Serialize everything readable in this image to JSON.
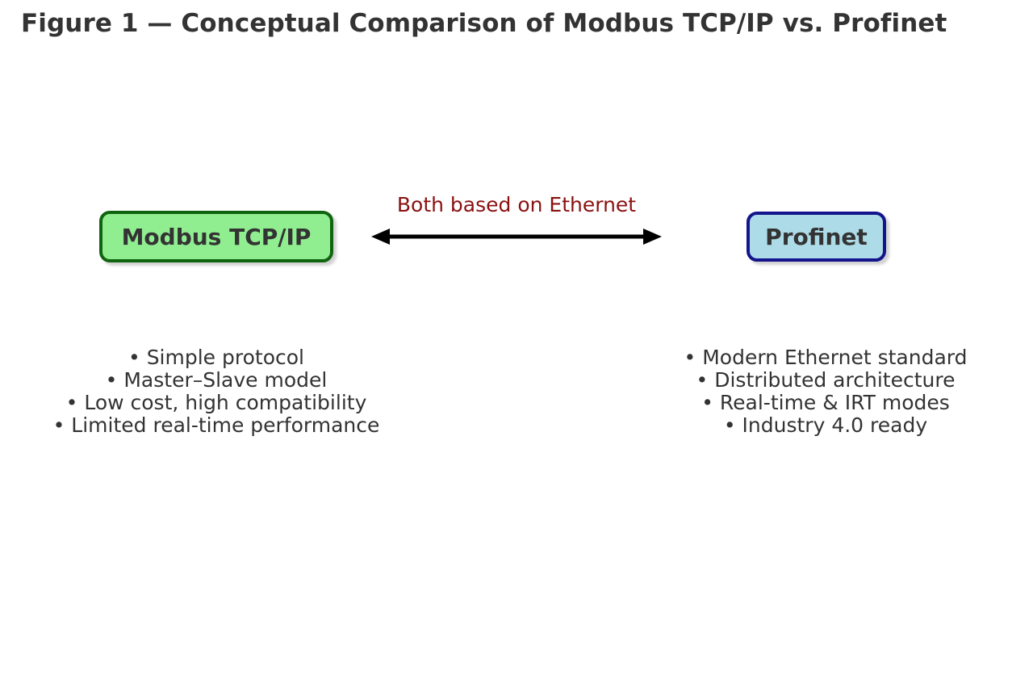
{
  "figure": {
    "title": "Figure 1 — Conceptual Comparison of Modbus TCP/IP vs. Profinet",
    "background_color": "#ffffff"
  },
  "left_node": {
    "label": "Modbus TCP/IP",
    "fill_color": "#90ee90",
    "border_color": "#106410",
    "text_color": "#333333"
  },
  "right_node": {
    "label": "Profinet",
    "fill_color": "#addbe8",
    "border_color": "#14148c",
    "text_color": "#333333"
  },
  "connector": {
    "label": "Both based on Ethernet",
    "label_color": "#8b1111",
    "line_color": "#000000",
    "arrowhead_icon": "double-headed-arrow-icon",
    "direction": "bidirectional"
  },
  "left_features": {
    "items": [
      "• Simple protocol",
      "• Master–Slave model",
      "• Low cost, high compatibility",
      "• Limited real-time performance"
    ]
  },
  "right_features": {
    "items": [
      "• Modern Ethernet standard",
      "• Distributed architecture",
      "• Real-time & IRT modes",
      "• Industry 4.0 ready"
    ]
  }
}
